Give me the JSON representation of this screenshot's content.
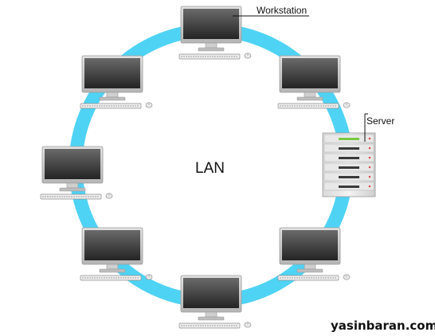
{
  "diagram": {
    "center_label": "LAN",
    "workstation_label": "Workstation",
    "server_label": "Server",
    "watermark": "yasinbaran.com"
  },
  "nodes": [
    {
      "id": "workstation-1",
      "kind": "workstation"
    },
    {
      "id": "workstation-2",
      "kind": "workstation"
    },
    {
      "id": "workstation-3",
      "kind": "workstation"
    },
    {
      "id": "workstation-4",
      "kind": "workstation"
    },
    {
      "id": "workstation-5",
      "kind": "workstation"
    },
    {
      "id": "workstation-6",
      "kind": "workstation"
    },
    {
      "id": "workstation-7",
      "kind": "workstation"
    },
    {
      "id": "server-1",
      "kind": "server"
    }
  ],
  "colors": {
    "ring": "#4fd3f4",
    "screen_dark": "#2b2b2b",
    "screen_light": "#6a6a6a",
    "bezel": "#c9c9c9",
    "server_led": "#7ac943"
  }
}
